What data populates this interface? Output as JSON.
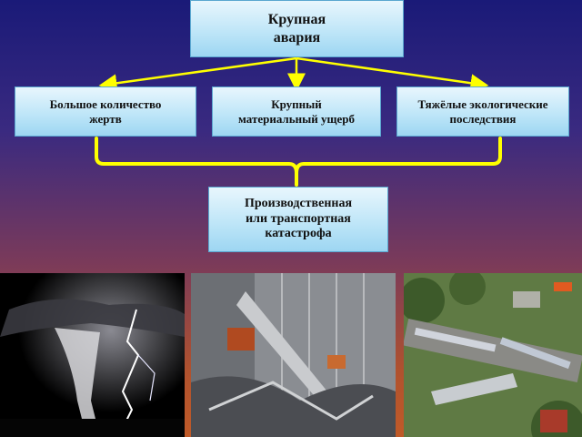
{
  "diagram": {
    "top": "Крупная\nавария",
    "consequences": [
      "Большое количество\nжертв",
      "Крупный\nматериальный ущерб",
      "Тяжёлые экологические\nпоследствия"
    ],
    "result": "Производственная\nили транспортная\nкатастрофа"
  },
  "photos": {
    "left": "tornado-lightning-photo",
    "center": "dam-destruction-photo",
    "right": "train-crash-aerial-photo"
  },
  "colors": {
    "box_fill": "#bfe6f8",
    "arrow": "#ffff00",
    "bracket": "#ffff00"
  }
}
